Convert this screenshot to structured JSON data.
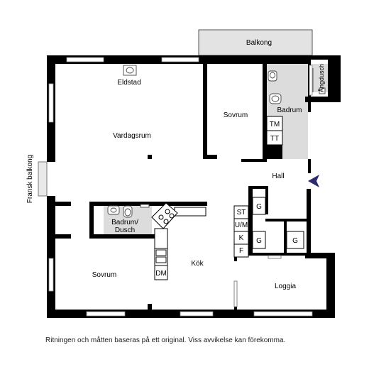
{
  "rooms": {
    "balkong": "Balkong",
    "eldstad": "Eldstad",
    "vardagsrum": "Vardagsrum",
    "sovrum_top": "Sovrum",
    "badrum": "Badrum",
    "angdusch": "Ångdusch",
    "tm": "TM",
    "tt": "TT",
    "fransk_balkong": "Fransk balkong",
    "hall": "Hall",
    "badrum_dusch": "Badrum/\nDusch",
    "kok": "Kök",
    "dm": "DM",
    "st": "ST",
    "um": "U/M",
    "k": "K",
    "f": "F",
    "g": "G",
    "sovrum_bottom": "Sovrum",
    "loggia": "Loggia"
  },
  "disclaimer": "Ritningen och måtten baseras på ett original. Viss avvikelse kan förekomma.",
  "colors": {
    "wall": "#000000",
    "wet_room": "#dcdcdc",
    "balcony": "#e3e3e3",
    "entrance_arrow": "#2d2a6e"
  }
}
